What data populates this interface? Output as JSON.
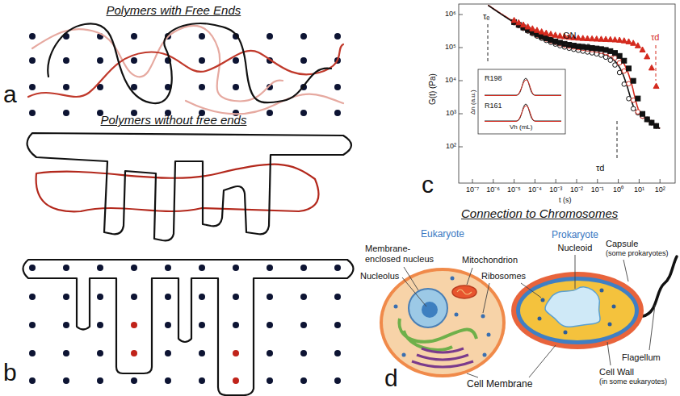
{
  "diagram": {
    "labels": [
      "Polymers with Free Ends",
      "a",
      "Polymers without free ends",
      "b",
      "c",
      "10⁶",
      "10⁵",
      "10⁴",
      "10³",
      "10²",
      "10⁻⁷",
      "10⁻⁶",
      "10⁻⁵",
      "10⁻⁴",
      "10⁻³",
      "10⁻²",
      "10⁻¹",
      "10⁰",
      "10¹",
      "10²",
      "G(t) (Pa)",
      "t (s)",
      "τₑ",
      "GN",
      "τd",
      "τd",
      "R198",
      "R161",
      "Δn (a.u.)",
      "Vh (mL)",
      "Connection to Chromosomes",
      "d",
      "Eukaryote",
      "Prokaryote",
      "Membrane-enclosed nucleus",
      "Mitochondrion",
      "Nucleolus",
      "Ribosomes",
      "Nucleoid",
      "Capsule",
      "(some prokaryotes)",
      "Flagellum",
      "Cell Membrane",
      "Cell Wall",
      "(in some eukaryotes)"
    ]
  }
}
